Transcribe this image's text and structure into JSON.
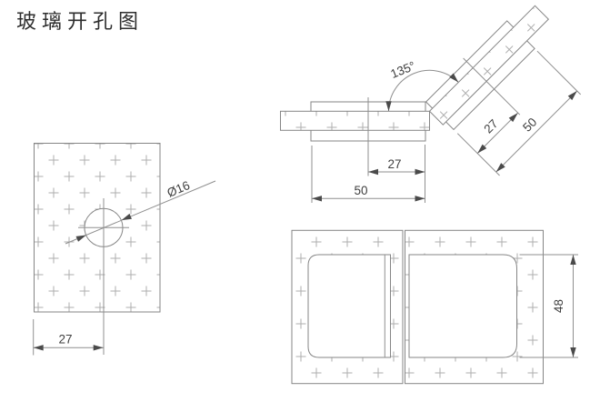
{
  "title": "玻璃开孔图",
  "colors": {
    "background": "#ffffff",
    "outline": "#858585",
    "dimension_line": "#8f8f8f",
    "hatch_mark": "#adadad",
    "text": "#3f3f3f"
  },
  "front_view": {
    "hole_diameter": "Ø16",
    "hole_offset": "27"
  },
  "corner_view": {
    "angle": "135°",
    "glass_a_offset": "27",
    "glass_a_width": "50",
    "glass_b_offset": "27",
    "glass_b_width": "50"
  },
  "bottom_view": {
    "cutout_height": "48"
  }
}
